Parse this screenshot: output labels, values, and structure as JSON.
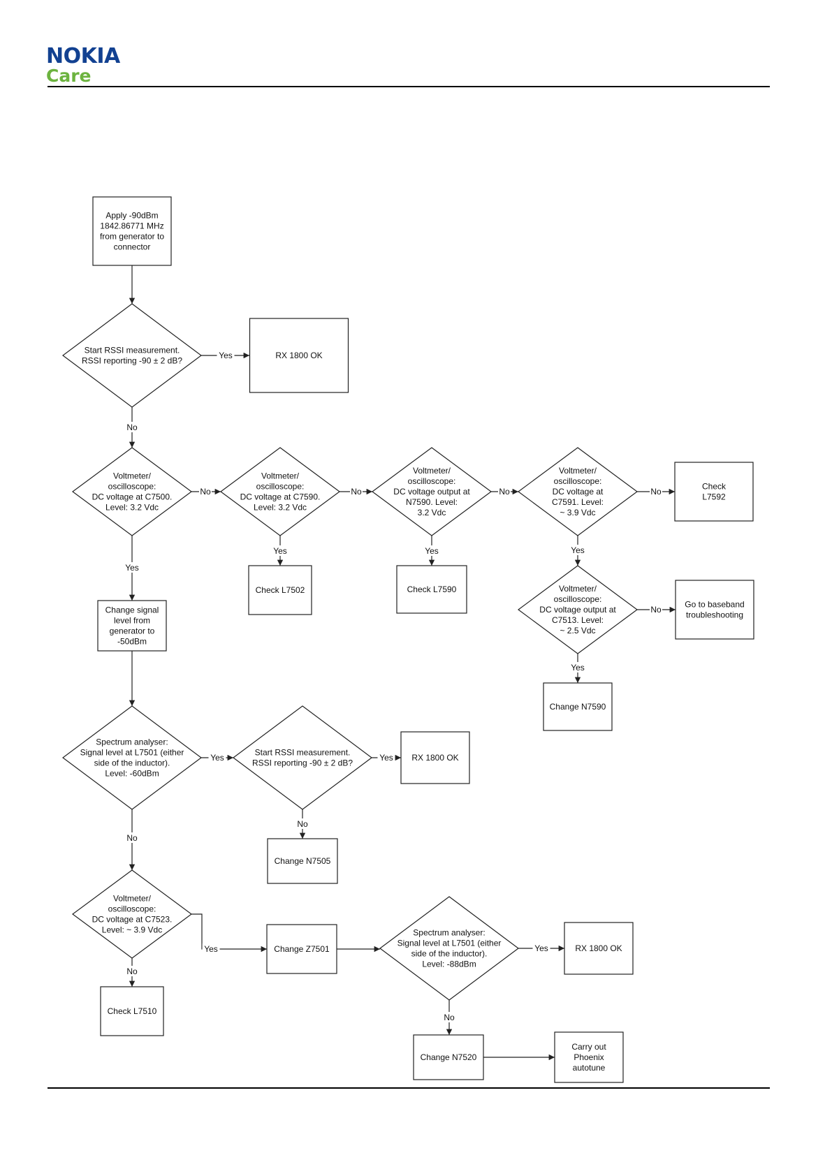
{
  "header": {
    "logo_brand": "NOKIA",
    "logo_sub": "Care",
    "brand_color": "#124191",
    "sub_color": "#6cb33f"
  },
  "flowchart": {
    "nodes": [
      {
        "id": "start",
        "shape": "box",
        "lines": [
          "Apply -90dBm",
          "1842.86771 MHz",
          "from generator to",
          "connector"
        ]
      },
      {
        "id": "d_rssi1",
        "shape": "diamond",
        "lines": [
          "Start RSSI measurement.",
          "RSSI reporting -90 ± 2 dB?"
        ]
      },
      {
        "id": "ok1",
        "shape": "box",
        "lines": [
          "RX 1800 OK"
        ]
      },
      {
        "id": "d_c7500",
        "shape": "diamond",
        "lines": [
          "Voltmeter/",
          "oscilloscope:",
          "DC voltage at C7500.",
          "Level: 3.2 Vdc"
        ]
      },
      {
        "id": "d_c7590",
        "shape": "diamond",
        "lines": [
          "Voltmeter/",
          "oscilloscope:",
          "DC voltage at C7590.",
          "Level: 3.2 Vdc"
        ]
      },
      {
        "id": "d_n7590",
        "shape": "diamond",
        "lines": [
          "Voltmeter/",
          "oscilloscope:",
          "DC voltage output at",
          "N7590. Level:",
          "3.2 Vdc"
        ]
      },
      {
        "id": "d_c7591",
        "shape": "diamond",
        "lines": [
          "Voltmeter/",
          "oscilloscope:",
          "DC voltage at",
          "C7591. Level:",
          "~ 3.9 Vdc"
        ]
      },
      {
        "id": "chk_l7592",
        "shape": "box",
        "lines": [
          "Check",
          "L7592"
        ]
      },
      {
        "id": "chk_l7502",
        "shape": "box",
        "lines": [
          "Check L7502"
        ]
      },
      {
        "id": "chk_l7590",
        "shape": "box",
        "lines": [
          "Check L7590"
        ]
      },
      {
        "id": "d_c7513",
        "shape": "diamond",
        "lines": [
          "Voltmeter/",
          "oscilloscope:",
          "DC voltage output at",
          "C7513. Level:",
          "~ 2.5 Vdc"
        ]
      },
      {
        "id": "baseband",
        "shape": "box",
        "lines": [
          "Go to baseband",
          "troubleshooting"
        ]
      },
      {
        "id": "chg_n7590",
        "shape": "box",
        "lines": [
          "Change N7590"
        ]
      },
      {
        "id": "chg_level",
        "shape": "box",
        "lines": [
          "Change signal",
          "level from",
          "generator to",
          "-50dBm"
        ]
      },
      {
        "id": "d_l7501a",
        "shape": "diamond",
        "lines": [
          "Spectrum analyser:",
          "Signal level at L7501 (either",
          "side of the inductor).",
          "Level: -60dBm"
        ]
      },
      {
        "id": "d_rssi2",
        "shape": "diamond",
        "lines": [
          "Start RSSI measurement.",
          "RSSI reporting -90 ± 2 dB?"
        ]
      },
      {
        "id": "ok2",
        "shape": "box",
        "lines": [
          "RX 1800 OK"
        ]
      },
      {
        "id": "chg_n7505",
        "shape": "box",
        "lines": [
          "Change N7505"
        ]
      },
      {
        "id": "d_c7523",
        "shape": "diamond",
        "lines": [
          "Voltmeter/",
          "oscilloscope:",
          "DC voltage at C7523.",
          "Level: ~ 3.9 Vdc"
        ]
      },
      {
        "id": "chk_l7510",
        "shape": "box",
        "lines": [
          "Check L7510"
        ]
      },
      {
        "id": "chg_z7501",
        "shape": "box",
        "lines": [
          "Change Z7501"
        ]
      },
      {
        "id": "d_l7501b",
        "shape": "diamond",
        "lines": [
          "Spectrum analyser:",
          "Signal level at L7501 (either",
          "side of the inductor).",
          "Level: -88dBm"
        ]
      },
      {
        "id": "ok3",
        "shape": "box",
        "lines": [
          "RX 1800 OK"
        ]
      },
      {
        "id": "chg_n7520",
        "shape": "box",
        "lines": [
          "Change N7520"
        ]
      },
      {
        "id": "phoenix",
        "shape": "box",
        "lines": [
          "Carry out",
          "Phoenix",
          "autotune"
        ]
      }
    ],
    "edges": [
      {
        "from": "start",
        "to": "d_rssi1",
        "label": ""
      },
      {
        "from": "d_rssi1",
        "to": "ok1",
        "label": "Yes"
      },
      {
        "from": "d_rssi1",
        "to": "d_c7500",
        "label": "No"
      },
      {
        "from": "d_c7500",
        "to": "d_c7590",
        "label": "No"
      },
      {
        "from": "d_c7590",
        "to": "d_n7590",
        "label": "No"
      },
      {
        "from": "d_n7590",
        "to": "d_c7591",
        "label": "No"
      },
      {
        "from": "d_c7591",
        "to": "chk_l7592",
        "label": "No"
      },
      {
        "from": "d_c7590",
        "to": "chk_l7502",
        "label": "Yes"
      },
      {
        "from": "d_n7590",
        "to": "chk_l7590",
        "label": "Yes"
      },
      {
        "from": "d_c7591",
        "to": "d_c7513",
        "label": "Yes"
      },
      {
        "from": "d_c7513",
        "to": "baseband",
        "label": "No"
      },
      {
        "from": "d_c7513",
        "to": "chg_n7590",
        "label": "Yes"
      },
      {
        "from": "d_c7500",
        "to": "chg_level",
        "label": "Yes"
      },
      {
        "from": "chg_level",
        "to": "d_l7501a",
        "label": ""
      },
      {
        "from": "d_l7501a",
        "to": "d_rssi2",
        "label": "Yes"
      },
      {
        "from": "d_rssi2",
        "to": "ok2",
        "label": "Yes"
      },
      {
        "from": "d_rssi2",
        "to": "chg_n7505",
        "label": "No"
      },
      {
        "from": "d_l7501a",
        "to": "d_c7523",
        "label": "No"
      },
      {
        "from": "d_c7523",
        "to": "chk_l7510",
        "label": "No"
      },
      {
        "from": "d_c7523",
        "to": "chg_z7501",
        "label": "Yes"
      },
      {
        "from": "chg_z7501",
        "to": "d_l7501b",
        "label": ""
      },
      {
        "from": "d_l7501b",
        "to": "ok3",
        "label": "Yes"
      },
      {
        "from": "d_l7501b",
        "to": "chg_n7520",
        "label": "No"
      },
      {
        "from": "chg_n7520",
        "to": "phoenix",
        "label": ""
      }
    ]
  }
}
